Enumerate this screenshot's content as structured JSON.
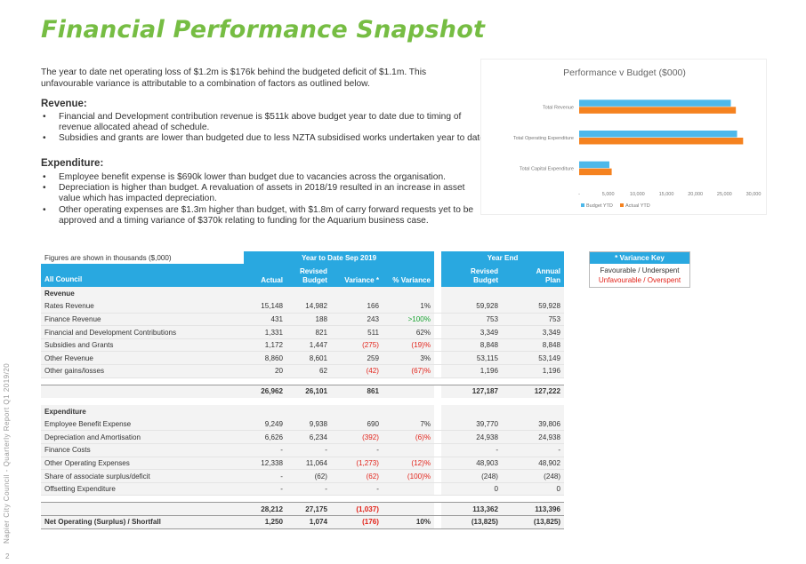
{
  "title": "Financial Performance Snapshot",
  "intro": "The year to date net operating loss of $1.2m is $176k behind the budgeted deficit of $1.1m. This unfavourable variance is attributable to a combination of factors as outlined below.",
  "revenue_heading": "Revenue:",
  "revenue_bullets": [
    "Financial and Development contribution revenue is $511k above budget year to date due to timing of revenue allocated ahead of schedule.",
    "Subsidies and grants are lower than budgeted due to less NZTA subsidised works undertaken year to date."
  ],
  "expenditure_heading": "Expenditure:",
  "expenditure_bullets": [
    "Employee benefit expense is $690k lower than budget due to vacancies across the organisation.",
    "Depreciation is higher than budget.  A revaluation of assets in 2018/19 resulted in an increase in asset value which has impacted depreciation.",
    "Other operating expenses are $1.3m higher than budget, with $1.8m of carry forward requests yet to be approved and a timing variance of $370k relating to funding for the Aquarium business case."
  ],
  "chart_data": {
    "type": "bar",
    "orientation": "horizontal",
    "title": "Performance v Budget ($000)",
    "categories": [
      "Total Revenue",
      "Total Operating Expenditure",
      "Total Capital Expenditure"
    ],
    "series": [
      {
        "name": "Budget YTD",
        "values": [
          26101,
          27175,
          5200
        ],
        "color": "#4db8ea"
      },
      {
        "name": "Actual YTD",
        "values": [
          26962,
          28212,
          5600
        ],
        "color": "#f5821f"
      }
    ],
    "xlim": [
      0,
      30000
    ],
    "ticks": [
      "-",
      "5,000",
      "10,000",
      "15,000",
      "20,000",
      "25,000",
      "30,000"
    ],
    "tick_values": [
      0,
      5000,
      10000,
      15000,
      20000,
      25000,
      30000
    ],
    "legend": "bottom-left",
    "grid": false
  },
  "table": {
    "caption": "Figures are shown in thousands ($,000)",
    "group_ytd": "Year to Date Sep 2019",
    "group_ye": "Year End",
    "col_all_council": "All Council",
    "col_actual": "Actual",
    "col_revised_budget_1": "Revised",
    "col_revised_budget_2": "Budget",
    "col_variance": "Variance *",
    "col_pct_variance": "% Variance",
    "col_ye_revised_1": "Revised",
    "col_ye_revised_2": "Budget",
    "col_annual_1": "Annual",
    "col_annual_2": "Plan",
    "revenue_label": "Revenue",
    "revenue_rows": [
      {
        "label": "Rates Revenue",
        "actual": "15,148",
        "budget": "14,982",
        "variance": "166",
        "pct": "1%",
        "ye_budget": "59,928",
        "annual": "59,928",
        "neg": false,
        "pos": false
      },
      {
        "label": "Finance Revenue",
        "actual": "431",
        "budget": "188",
        "variance": "243",
        "pct": ">100%",
        "ye_budget": "753",
        "annual": "753",
        "neg": false,
        "pos": true
      },
      {
        "label": "Financial and Development Contributions",
        "actual": "1,331",
        "budget": "821",
        "variance": "511",
        "pct": "62%",
        "ye_budget": "3,349",
        "annual": "3,349",
        "neg": false,
        "pos": false
      },
      {
        "label": "Subsidies and Grants",
        "actual": "1,172",
        "budget": "1,447",
        "variance": "(275)",
        "pct": "(19)%",
        "ye_budget": "8,848",
        "annual": "8,848",
        "neg": true,
        "pos": false
      },
      {
        "label": "Other Revenue",
        "actual": "8,860",
        "budget": "8,601",
        "variance": "259",
        "pct": "3%",
        "ye_budget": "53,115",
        "annual": "53,149",
        "neg": false,
        "pos": false
      },
      {
        "label": "Other gains/losses",
        "actual": "20",
        "budget": "62",
        "variance": "(42)",
        "pct": "(67)%",
        "ye_budget": "1,196",
        "annual": "1,196",
        "neg": true,
        "pos": false
      }
    ],
    "revenue_total": {
      "actual": "26,962",
      "budget": "26,101",
      "variance": "861",
      "pct": "",
      "ye_budget": "127,187",
      "annual": "127,222"
    },
    "expenditure_label": "Expenditure",
    "expenditure_rows": [
      {
        "label": "Employee Benefit Expense",
        "actual": "9,249",
        "budget": "9,938",
        "variance": "690",
        "pct": "7%",
        "ye_budget": "39,770",
        "annual": "39,806",
        "neg": false,
        "pos": false
      },
      {
        "label": "Depreciation and Amortisation",
        "actual": "6,626",
        "budget": "6,234",
        "variance": "(392)",
        "pct": "(6)%",
        "ye_budget": "24,938",
        "annual": "24,938",
        "neg": true,
        "pos": false
      },
      {
        "label": "Finance Costs",
        "actual": "-",
        "budget": "-",
        "variance": "-",
        "pct": "",
        "ye_budget": "-",
        "annual": "-",
        "neg": false,
        "pos": false
      },
      {
        "label": "Other Operating Expenses",
        "actual": "12,338",
        "budget": "11,064",
        "variance": "(1,273)",
        "pct": "(12)%",
        "ye_budget": "48,903",
        "annual": "48,902",
        "neg": true,
        "pos": false
      },
      {
        "label": "Share of associate surplus/deficit",
        "actual": "-",
        "budget": "(62)",
        "variance": "(62)",
        "pct": "(100)%",
        "ye_budget": "(248)",
        "annual": "(248)",
        "neg": true,
        "pos": false
      },
      {
        "label": "Offsetting Expenditure",
        "actual": "-",
        "budget": "-",
        "variance": "-",
        "pct": "",
        "ye_budget": "0",
        "annual": "0",
        "neg": false,
        "pos": false
      }
    ],
    "expenditure_total": {
      "actual": "28,212",
      "budget": "27,175",
      "variance": "(1,037)",
      "pct": "",
      "ye_budget": "113,362",
      "annual": "113,396"
    },
    "net_label": "Net Operating (Surplus) / Shortfall",
    "net": {
      "actual": "1,250",
      "budget": "1,074",
      "variance": "(176)",
      "pct": "10%",
      "ye_budget": "(13,825)",
      "annual": "(13,825)"
    }
  },
  "variance_key": {
    "title": "* Variance Key",
    "favourable": "Favourable / Underspent",
    "unfavourable": "Unfavourable / Overspent"
  },
  "footer": "Napier City Council - Quarterly Report Q1 2019/20",
  "page_number": "2"
}
